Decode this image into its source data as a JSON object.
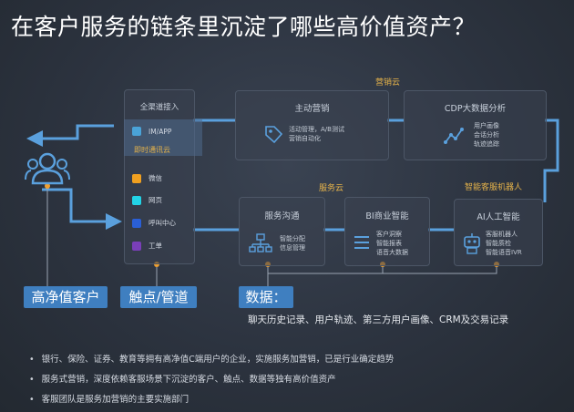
{
  "title": "在客户服务的链条里沉淀了哪些高价值资产？",
  "clouds": {
    "marketing": "营销云",
    "service": "服务云",
    "robot": "智能客服机器人"
  },
  "channels": {
    "header": "全渠道接入",
    "instant_header": "即时通讯云",
    "items": [
      {
        "label": "IM/APP",
        "color": "#4aa3d8"
      },
      {
        "label": "微信",
        "color": "#f0a020"
      },
      {
        "label": "网页",
        "color": "#22d3e6"
      },
      {
        "label": "呼叫中心",
        "color": "#2a5fd6"
      },
      {
        "label": "工单",
        "color": "#7a3fb8"
      }
    ]
  },
  "boxes": {
    "active_marketing": {
      "title": "主动营销",
      "lines": [
        "活动管理，A/B测试",
        "营销自动化"
      ]
    },
    "cdp": {
      "title": "CDP大数据分析",
      "lines": [
        "用户画像",
        "会话分析",
        "轨迹追踪"
      ]
    },
    "service_comm": {
      "title": "服务沟通",
      "lines": [
        "智能分配",
        "信息管理"
      ]
    },
    "bi": {
      "title": "BI商业智能",
      "lines": [
        "客户洞察",
        "智能报表",
        "语音大数据"
      ]
    },
    "ai": {
      "title": "AI人工智能",
      "lines": [
        "客服机器人",
        "智能质检",
        "智能语音IVR"
      ]
    }
  },
  "labels": {
    "customer": "高净值客户",
    "touchpoint": "触点/管道",
    "data": "数据："
  },
  "data_line": "聊天历史记录、用户轨迹、第三方用户画像、CRM及交易记录",
  "bullets": [
    "银行、保险、证券、教育等拥有高净值C端用户的企业，实施服务加营销，已是行业确定趋势",
    "服务式营销，深度依赖客服场景下沉淀的客户、触点、数据等独有高价值资产",
    "客服团队是服务加营销的主要实施部门"
  ],
  "colors": {
    "accent": "#3f7fc0",
    "flow": "#5aa0dd",
    "cloud_label": "#e6b34a",
    "dot": "#f0a030"
  }
}
